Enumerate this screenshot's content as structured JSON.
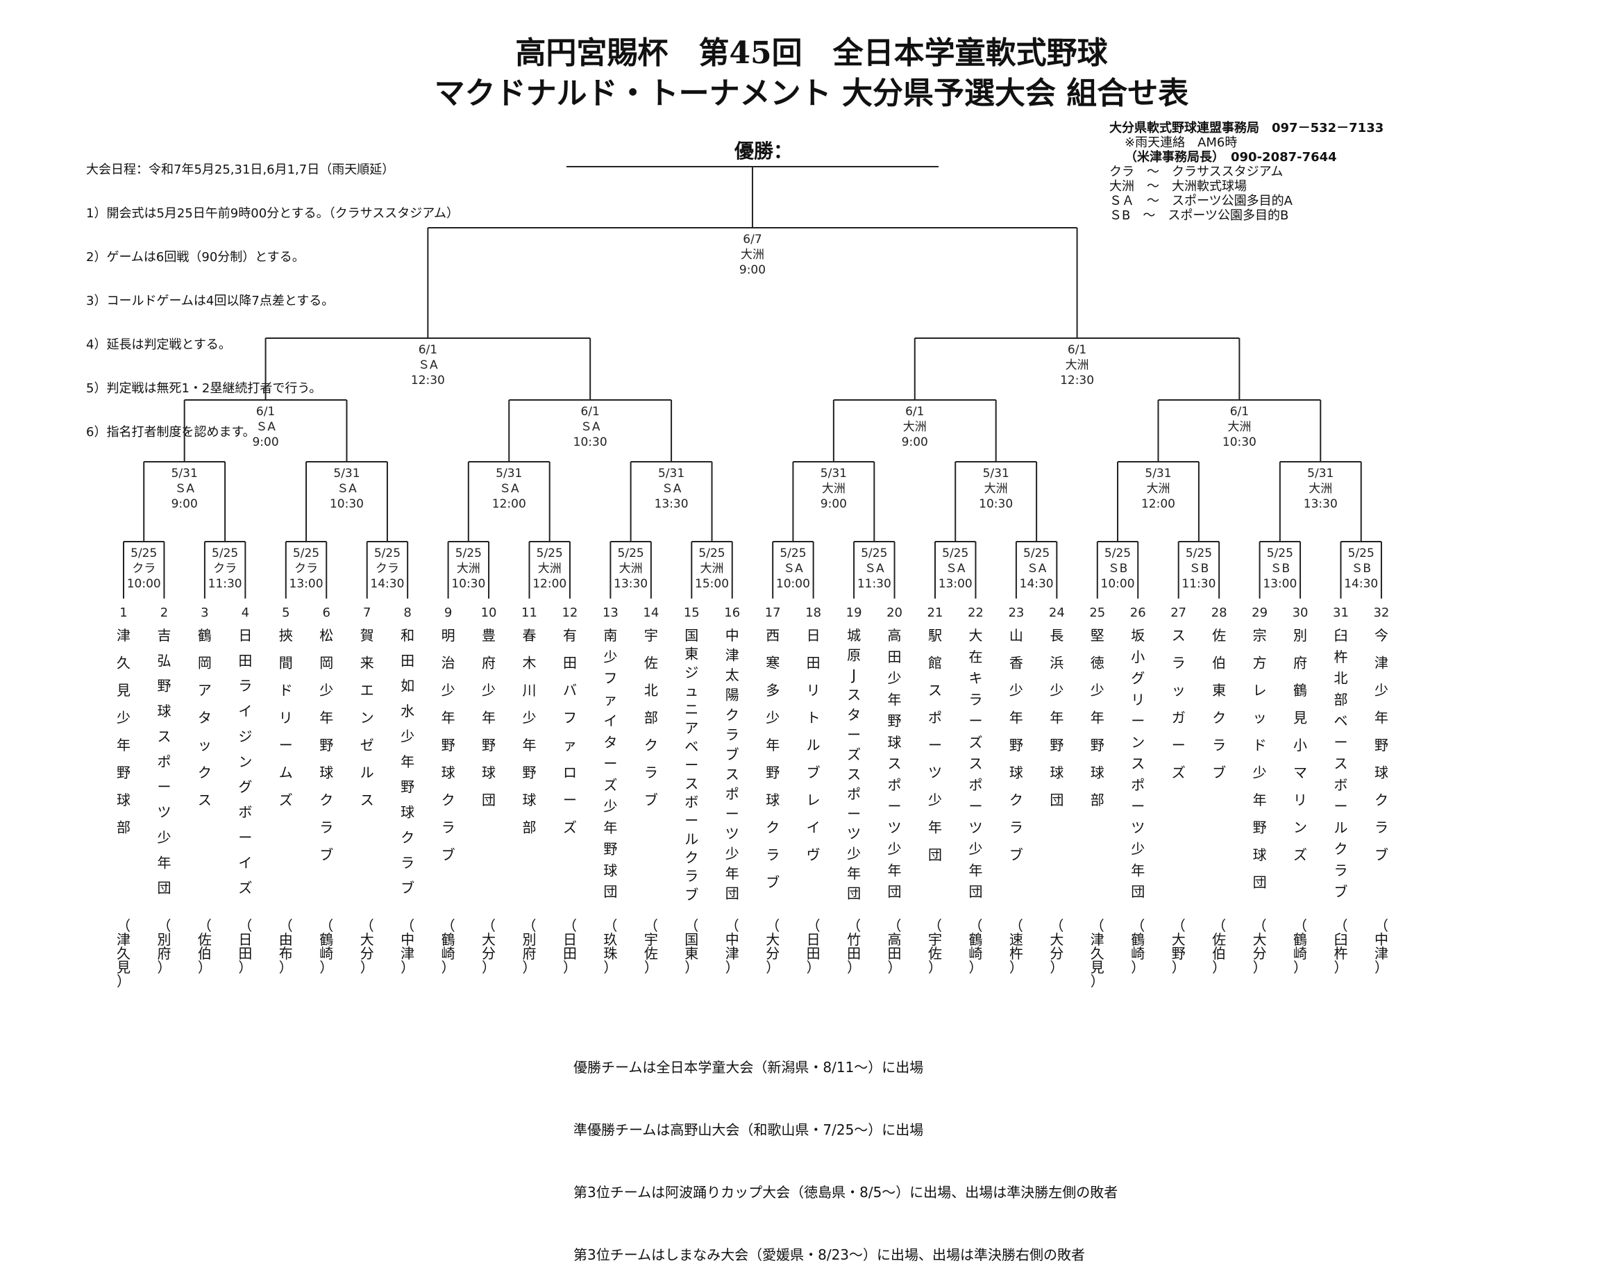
{
  "title": {
    "line1": "高円宮賜杯　第45回　全日本学童軟式野球",
    "line2": "マクドナルド・トーナメント 大分県予選大会 組合せ表"
  },
  "rules": [
    "大会日程：令和7年5月25,31日,6月1,7日（雨天順延）",
    "1）開会式は5月25日午前9時00分とする。（クラサススタジアム）",
    "2）ゲームは6回戦（90分制）とする。",
    "3）コールドゲームは4回以降7点差とする。",
    "4）延長は判定戦とする。",
    "5）判定戦は無死1・2塁継続打者で行う。",
    "6）指名打者制度を認めます。"
  ],
  "contact": [
    "大分県軟式野球連盟事務局　097－532－7133",
    "※雨天連絡　AM6時",
    "（米津事務局長）　090-2087-7644",
    "クラ　～　クラサススタジアム",
    "大洲　～　大洲軟式球場",
    "ＳＡ　～　スポーツ公園多目的A",
    "ＳB　～　スポーツ公園多目的B"
  ],
  "champion_label": "優勝：",
  "rounds": {
    "final": [
      {
        "date": "6/7",
        "venue": "大洲",
        "time": "9:00"
      }
    ],
    "semifinal": [
      {
        "date": "6/1",
        "venue": "ＳA",
        "time": "12:30"
      },
      {
        "date": "6/1",
        "venue": "大洲",
        "time": "12:30"
      }
    ],
    "quarterfinal": [
      {
        "date": "6/1",
        "venue": "ＳA",
        "time": "9:00"
      },
      {
        "date": "6/1",
        "venue": "ＳA",
        "time": "10:30"
      },
      {
        "date": "6/1",
        "venue": "大洲",
        "time": "9:00"
      },
      {
        "date": "6/1",
        "venue": "大洲",
        "time": "10:30"
      }
    ],
    "round2": [
      {
        "date": "5/31",
        "venue": "ＳA",
        "time": "9:00"
      },
      {
        "date": "5/31",
        "venue": "ＳA",
        "time": "10:30"
      },
      {
        "date": "5/31",
        "venue": "ＳA",
        "time": "12:00"
      },
      {
        "date": "5/31",
        "venue": "ＳA",
        "time": "13:30"
      },
      {
        "date": "5/31",
        "venue": "大洲",
        "time": "9:00"
      },
      {
        "date": "5/31",
        "venue": "大洲",
        "time": "10:30"
      },
      {
        "date": "5/31",
        "venue": "大洲",
        "time": "12:00"
      },
      {
        "date": "5/31",
        "venue": "大洲",
        "time": "13:30"
      }
    ],
    "round1": [
      {
        "date": "5/25",
        "venue": "クラ",
        "time": "10:00"
      },
      {
        "date": "5/25",
        "venue": "クラ",
        "time": "11:30"
      },
      {
        "date": "5/25",
        "venue": "クラ",
        "time": "13:00"
      },
      {
        "date": "5/25",
        "venue": "クラ",
        "time": "14:30"
      },
      {
        "date": "5/25",
        "venue": "大洲",
        "time": "10:30"
      },
      {
        "date": "5/25",
        "venue": "大洲",
        "time": "12:00"
      },
      {
        "date": "5/25",
        "venue": "大洲",
        "time": "13:30"
      },
      {
        "date": "5/25",
        "venue": "大洲",
        "time": "15:00"
      },
      {
        "date": "5/25",
        "venue": "ＳA",
        "time": "10:00"
      },
      {
        "date": "5/25",
        "venue": "ＳA",
        "time": "11:30"
      },
      {
        "date": "5/25",
        "venue": "ＳA",
        "time": "13:00"
      },
      {
        "date": "5/25",
        "venue": "ＳA",
        "time": "14:30"
      },
      {
        "date": "5/25",
        "venue": "ＳB",
        "time": "10:00"
      },
      {
        "date": "5/25",
        "venue": "ＳB",
        "time": "11:30"
      },
      {
        "date": "5/25",
        "venue": "ＳB",
        "time": "13:00"
      },
      {
        "date": "5/25",
        "venue": "ＳB",
        "time": "14:30"
      }
    ]
  },
  "teams": [
    {
      "no": "1",
      "name": "津久見少年野球部",
      "area": "（津久見）"
    },
    {
      "no": "2",
      "name": "吉弘野球スポーツ少年団",
      "area": "（別府）"
    },
    {
      "no": "3",
      "name": "鶴岡アタックス",
      "area": "（佐伯）"
    },
    {
      "no": "4",
      "name": "日田ライジングボーイズ",
      "area": "（日田）"
    },
    {
      "no": "5",
      "name": "挾間ドリームズ",
      "area": "（由布）"
    },
    {
      "no": "6",
      "name": "松岡少年野球クラブ",
      "area": "（鶴崎）"
    },
    {
      "no": "7",
      "name": "賀来エンゼルス",
      "area": "（大分）"
    },
    {
      "no": "8",
      "name": "和田如水少年野球クラブ",
      "area": "（中津）"
    },
    {
      "no": "9",
      "name": "明治少年野球クラブ",
      "area": "（鶴崎）"
    },
    {
      "no": "10",
      "name": "豊府少年野球団",
      "area": "（大分）"
    },
    {
      "no": "11",
      "name": "春木川少年野球部",
      "area": "（別府）"
    },
    {
      "no": "12",
      "name": "有田バファローズ",
      "area": "（日田）"
    },
    {
      "no": "13",
      "name": "南少ファイターズ少年野球団",
      "area": "（玖珠）"
    },
    {
      "no": "14",
      "name": "宇佐北部クラブ",
      "area": "（宇佐）"
    },
    {
      "no": "15",
      "name": "国東ジュニアベースボールクラブ",
      "area": "（国東）"
    },
    {
      "no": "16",
      "name": "中津太陽クラブスポーツ少年団",
      "area": "（中津）"
    },
    {
      "no": "17",
      "name": "西寒多少年野球クラブ",
      "area": "（大分）"
    },
    {
      "no": "18",
      "name": "日田リトルブレイヴ",
      "area": "（日田）"
    },
    {
      "no": "19",
      "name": "城原Jスターズスポーツ少年団",
      "area": "（竹田）"
    },
    {
      "no": "20",
      "name": "高田少年野球スポーツ少年団",
      "area": "（高田）"
    },
    {
      "no": "21",
      "name": "駅館スポーツ少年団",
      "area": "（宇佐）"
    },
    {
      "no": "22",
      "name": "大在キラーズスポーツ少年団",
      "area": "（鶴崎）"
    },
    {
      "no": "23",
      "name": "山香少年野球クラブ",
      "area": "（速杵）"
    },
    {
      "no": "24",
      "name": "長浜少年野球団",
      "area": "（大分）"
    },
    {
      "no": "25",
      "name": "堅徳少年野球部",
      "area": "（津久見）"
    },
    {
      "no": "26",
      "name": "坂小グリーンスポーツ少年団",
      "area": "（鶴崎）"
    },
    {
      "no": "27",
      "name": "スラッガーズ",
      "area": "（大野）"
    },
    {
      "no": "28",
      "name": "佐伯東クラブ",
      "area": "（佐伯）"
    },
    {
      "no": "29",
      "name": "宗方レッド少年野球団",
      "area": "（大分）"
    },
    {
      "no": "30",
      "name": "別府鶴見小マリンズ",
      "area": "（鶴崎）"
    },
    {
      "no": "31",
      "name": "臼杵北部ベースボールクラブ",
      "area": "（臼杵）"
    },
    {
      "no": "32",
      "name": "今津少年野球クラブ",
      "area": "（中津）"
    }
  ],
  "notes": [
    "優勝チームは全日本学童大会（新潟県・8/11～）に出場",
    "準優勝チームは高野山大会（和歌山県・7/25～）に出場",
    "第3位チームは阿波踊りカップ大会（徳島県・8/5～）に出場、出場は準決勝左側の敗者",
    "第3位チームはしまなみ大会（愛媛県・8/23～）に出場、出場は準決勝右側の敗者"
  ]
}
